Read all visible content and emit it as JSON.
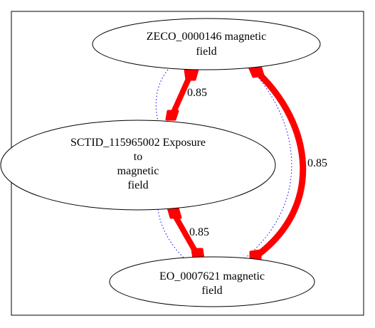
{
  "graph": {
    "colors": {
      "background": "#ffffff",
      "border": "#000000",
      "node_stroke": "#000000",
      "edge_strong": "#ff0000",
      "edge_weak": "#0000ff"
    },
    "nodes": [
      {
        "id": "zeco",
        "lines": [
          "ZECO_0000146 magnetic",
          "field"
        ]
      },
      {
        "id": "sctid",
        "lines": [
          "SCTID_115965002 Exposure",
          "to",
          "magnetic",
          "field"
        ]
      },
      {
        "id": "eo",
        "lines": [
          "EO_0007621 magnetic",
          "field"
        ]
      }
    ],
    "edges": [
      {
        "id": "zeco-sctid",
        "source": "zeco",
        "target": "sctid",
        "weight": "0.85"
      },
      {
        "id": "sctid-eo",
        "source": "sctid",
        "target": "eo",
        "weight": "0.85"
      },
      {
        "id": "zeco-eo",
        "source": "zeco",
        "target": "eo",
        "weight": "0.85"
      }
    ]
  }
}
